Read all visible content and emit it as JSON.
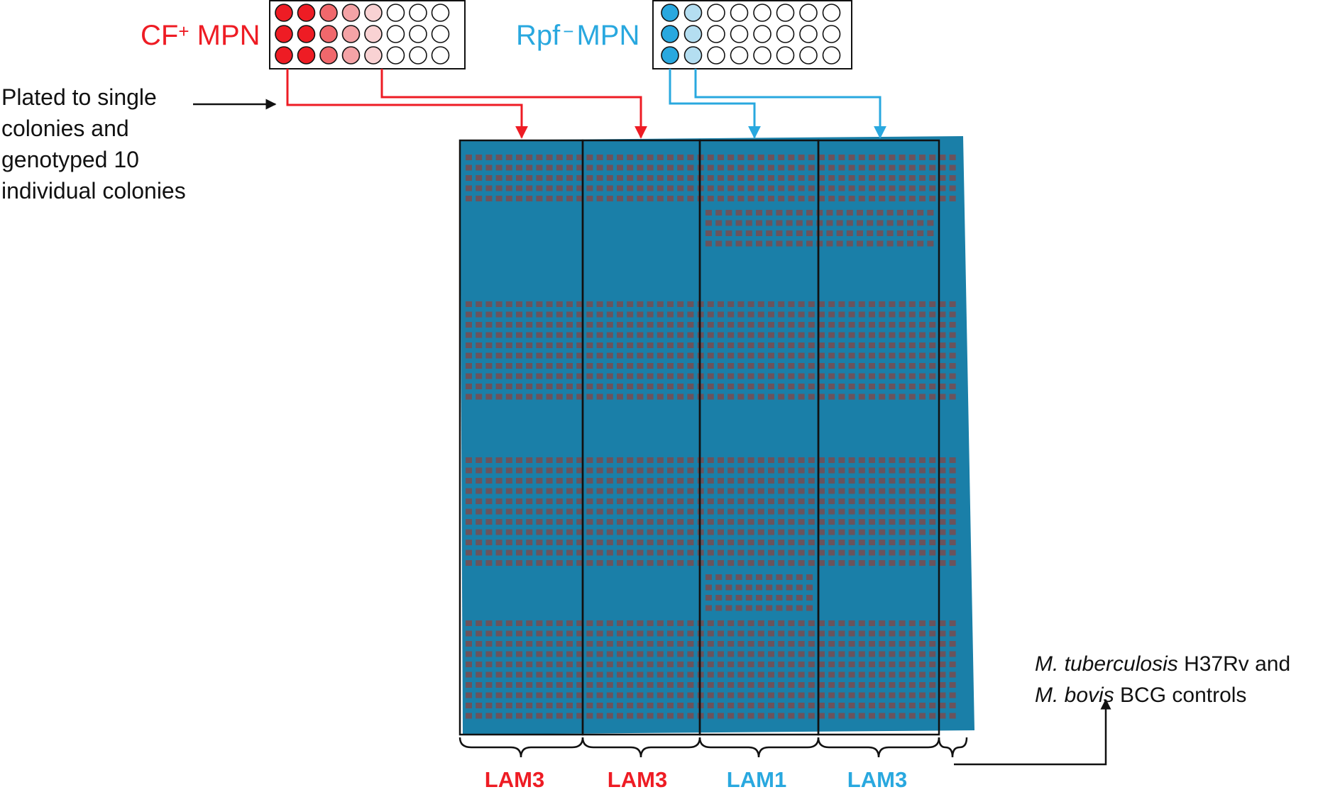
{
  "colors": {
    "red": "#ee1c24",
    "cyan": "#29a8df",
    "membrane": "#1a7fa8",
    "spot": "#7a4b4f",
    "black": "#111111"
  },
  "cf_mpn": {
    "label_main": "CF",
    "label_sup": "+",
    "label_tail": " MPN",
    "plate_icon": "mpn-plate-icon",
    "rows": 3,
    "cols": 8,
    "well_shades": [
      "#ee1c24",
      "#ee1c24",
      "#f0686c",
      "#f4a3a6",
      "#f9d2d3",
      "#ffffff",
      "#ffffff",
      "#ffffff"
    ]
  },
  "rpf_mpn": {
    "label_main": "Rpf",
    "label_sup": "−",
    "label_tail": "MPN",
    "plate_icon": "mpn-plate-icon",
    "rows": 3,
    "cols": 8,
    "well_shades": [
      "#29a8df",
      "#b4def1",
      "#ffffff",
      "#ffffff",
      "#ffffff",
      "#ffffff",
      "#ffffff",
      "#ffffff"
    ]
  },
  "side_note": {
    "text": "Plated to single colonies and genotyped 10 individual colonies"
  },
  "controls_note": {
    "line1_italic": "M. tuberculosis",
    "line1_tail": " H37Rv and",
    "line2_italic": "M. bovis",
    "line2_tail": " BCG controls"
  },
  "lanes": [
    {
      "label": "LAM3",
      "color": "#ee1c24"
    },
    {
      "label": "LAM3",
      "color": "#ee1c24"
    },
    {
      "label": "LAM1",
      "color": "#29a8df"
    },
    {
      "label": "LAM3",
      "color": "#29a8df"
    }
  ]
}
